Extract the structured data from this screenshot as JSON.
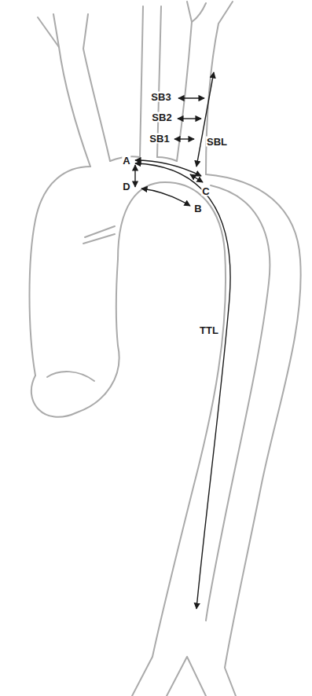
{
  "diagram": {
    "labels": [
      "SB3",
      "SB2",
      "SB1",
      "SBL",
      "A",
      "D",
      "B",
      "C",
      "TTL"
    ]
  }
}
